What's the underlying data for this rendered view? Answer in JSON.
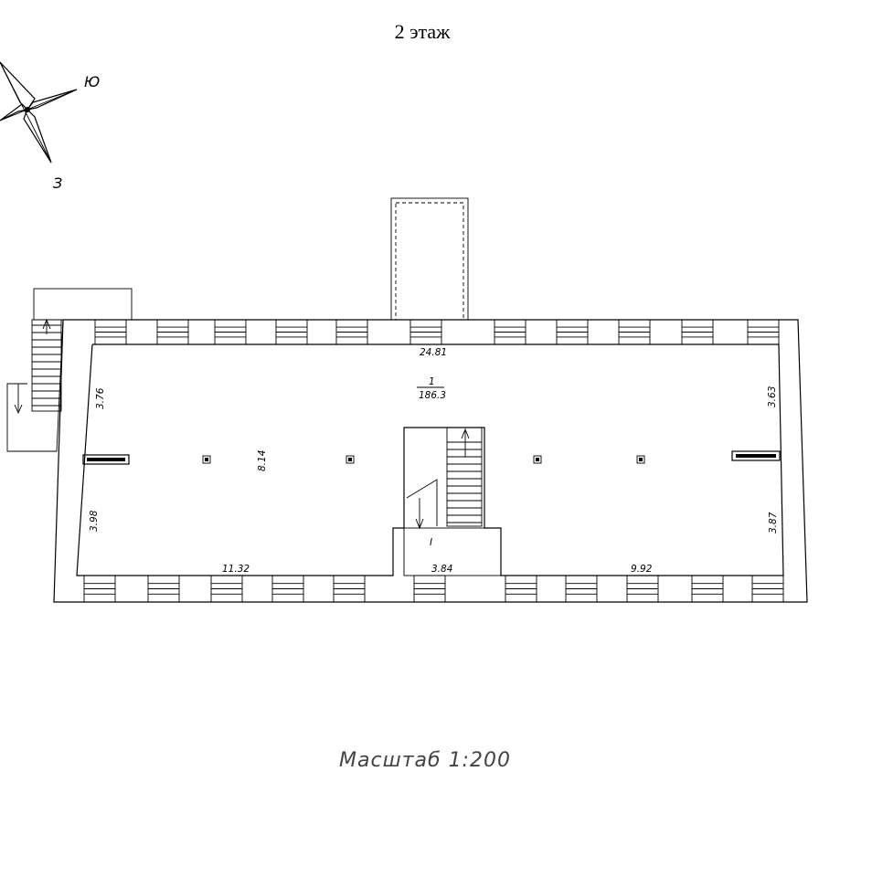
{
  "title": "2 этаж",
  "scale_label": "Масштаб 1:200",
  "compass": {
    "south": "Ю",
    "west": "З"
  },
  "room": {
    "number": "1",
    "area": "186.3"
  },
  "stair_label": "I",
  "dimensions": {
    "top_length": "24.81",
    "left_upper": "3.76",
    "right_upper": "3.63",
    "depth": "8.14",
    "left_lower": "3.98",
    "right_lower": "3.87",
    "bottom_left": "11.32",
    "bottom_mid": "3.84",
    "bottom_right": "9.92"
  }
}
